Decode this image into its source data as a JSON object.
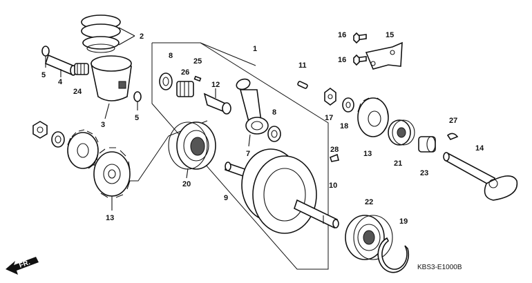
{
  "diagram": {
    "code": "KBS3-E1000B",
    "direction_label": "FR.",
    "labels": {
      "n1": "1",
      "n2": "2",
      "n3": "3",
      "n4": "4",
      "n5a": "5",
      "n5b": "5",
      "n7": "7",
      "n8a": "8",
      "n8b": "8",
      "n9": "9",
      "n10": "10",
      "n11": "11",
      "n12": "12",
      "n13a": "13",
      "n13b": "13",
      "n14": "14",
      "n15": "15",
      "n16a": "16",
      "n16b": "16",
      "n17": "17",
      "n18": "18",
      "n19": "19",
      "n20": "20",
      "n21": "21",
      "n22": "22",
      "n23": "23",
      "n24": "24",
      "n25": "25",
      "n26": "26",
      "n27": "27",
      "n28": "28"
    }
  }
}
